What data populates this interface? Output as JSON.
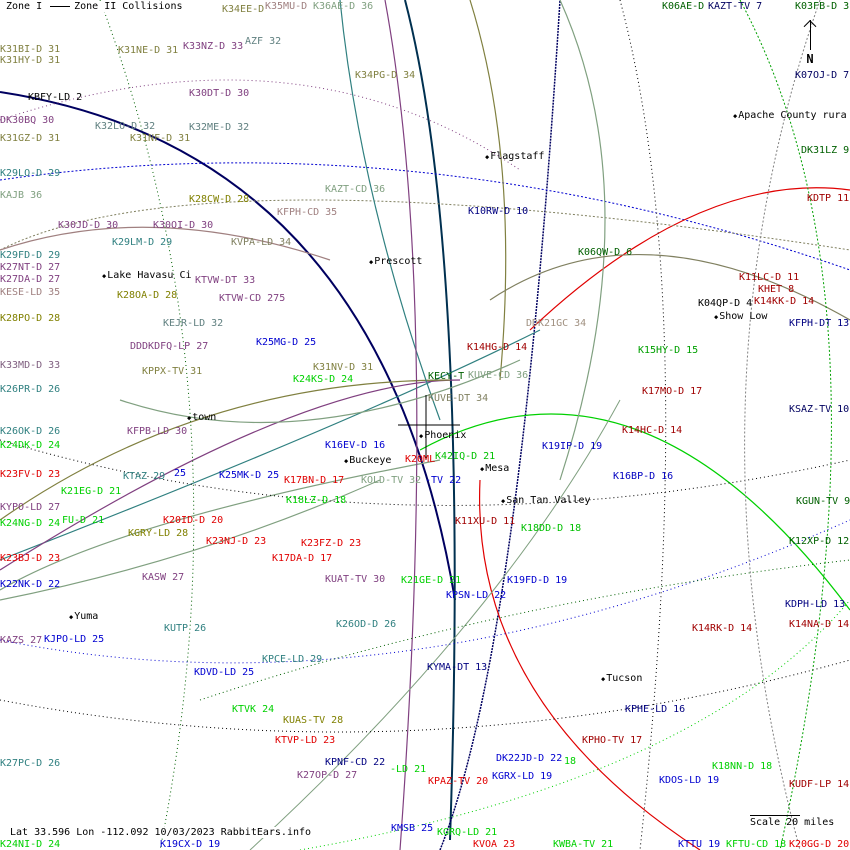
{
  "legend": {
    "zone1": "Zone I",
    "zone2": "Zone II Collisions"
  },
  "compass": {
    "north": "N"
  },
  "footer": {
    "status": "Lat 33.596 Lon -112.092 10/03/2023 RabbitEars.info"
  },
  "scale": {
    "label": "Scale 20 miles"
  },
  "colors": {
    "olive": "#808040",
    "rosy": "#a08080",
    "sage": "#80a080",
    "purple": "#804080",
    "teal": "#308080",
    "slate": "#608080",
    "navy": "#000080",
    "darkgreen": "#006000",
    "darkred": "#a00000",
    "red": "#e00000",
    "green": "#00a000",
    "lime": "#00d000",
    "blue": "#0000d0",
    "gold": "#808000",
    "black": "#000000"
  },
  "cities": [
    "Lake Havasu Ci",
    "Prescott",
    "Flagstaff",
    "Apache County rura",
    "Show Low",
    "Phoenix",
    "Buckeye",
    "Mesa",
    "San Tan Valley",
    "Yuma",
    "Tucson",
    "town"
  ],
  "stations": [
    {
      "text": "K34EE-D",
      "color": "#808040"
    },
    {
      "text": "K35MU-D",
      "color": "#a08080"
    },
    {
      "text": "K36AE-D 36",
      "color": "#80a080"
    },
    {
      "text": "K31BI-D 31",
      "color": "#808040"
    },
    {
      "text": "K31HY-D 31",
      "color": "#808040"
    },
    {
      "text": "K31NE-D 31",
      "color": "#808040"
    },
    {
      "text": "K33NZ-D 33",
      "color": "#804080"
    },
    {
      "text": "AZF 32",
      "color": "#608080"
    },
    {
      "text": "K34PG-D 34",
      "color": "#808040"
    },
    {
      "text": "KBFY-LD 2",
      "color": "#000000"
    },
    {
      "text": "K30DT-D 30",
      "color": "#804080"
    },
    {
      "text": "DK30BQ 30",
      "color": "#804080"
    },
    {
      "text": "K32LO-D 32",
      "color": "#608080"
    },
    {
      "text": "K32ME-D 32",
      "color": "#608080"
    },
    {
      "text": "K31GZ-D 31",
      "color": "#808040"
    },
    {
      "text": "K31NF-D 31",
      "color": "#808040"
    },
    {
      "text": "K29LO-D 29",
      "color": "#308080"
    },
    {
      "text": "KAJB 36",
      "color": "#80a080"
    },
    {
      "text": "K28CW-D 28",
      "color": "#808000"
    },
    {
      "text": "KAZT-CD 36",
      "color": "#80a080"
    },
    {
      "text": "KFPH-CD 35",
      "color": "#a08080"
    },
    {
      "text": "K30JD-D 30",
      "color": "#804080"
    },
    {
      "text": "K30OI-D 30",
      "color": "#804080"
    },
    {
      "text": "K29LM-D 29",
      "color": "#308080"
    },
    {
      "text": "KVPA-LD 34",
      "color": "#808060"
    },
    {
      "text": "K29FD-D 29",
      "color": "#308080"
    },
    {
      "text": "K27NT-D 27",
      "color": "#804080"
    },
    {
      "text": "K06AE-D",
      "color": "#006000"
    },
    {
      "text": "KAZT-TV 7",
      "color": "#000060"
    },
    {
      "text": "K03FB-D 3",
      "color": "#006000"
    },
    {
      "text": "K07OJ-D 7",
      "color": "#000060"
    },
    {
      "text": "DK31LZ 9",
      "color": "#006000"
    },
    {
      "text": "KDTP 11",
      "color": "#a00000"
    },
    {
      "text": "K10RW-D 10",
      "color": "#000080"
    },
    {
      "text": "K06QW-D 6",
      "color": "#006000"
    },
    {
      "text": "K11LC-D 11",
      "color": "#a00000"
    },
    {
      "text": "KHET 8",
      "color": "#a00000"
    },
    {
      "text": "K14KK-D 14",
      "color": "#a00000"
    },
    {
      "text": "K04QP-D 4",
      "color": "#000000"
    },
    {
      "text": "KFPH-DT 13",
      "color": "#000080"
    },
    {
      "text": "DDK21GC 34",
      "color": "#a09080"
    },
    {
      "text": "K14HG-D 14",
      "color": "#a00000"
    },
    {
      "text": "K15HY-D 15",
      "color": "#00a000"
    },
    {
      "text": "KECY-T",
      "color": "#006000"
    },
    {
      "text": "KUVE-CD 36",
      "color": "#80a080"
    },
    {
      "text": "KUVE-DT 34",
      "color": "#808060"
    },
    {
      "text": "KSAZ-TV 10",
      "color": "#000060"
    },
    {
      "text": "K17MO-D 17",
      "color": "#a00000"
    },
    {
      "text": "K14HC-D 14",
      "color": "#a00000"
    },
    {
      "text": "K19IP-D 19",
      "color": "#0000c0"
    },
    {
      "text": "K42IQ-D 21",
      "color": "#00c000"
    },
    {
      "text": "K16BP-D 16",
      "color": "#0000c0"
    },
    {
      "text": "KGUN-TV 9",
      "color": "#006000"
    },
    {
      "text": "K11XU-D 11",
      "color": "#a00000"
    },
    {
      "text": "K18DD-D 18",
      "color": "#00c000"
    },
    {
      "text": "K12XP-D 12",
      "color": "#006000"
    },
    {
      "text": "K27DA-D 27",
      "color": "#804080"
    },
    {
      "text": "KESE-LD 35",
      "color": "#a08080"
    },
    {
      "text": "K28OA-D 28",
      "color": "#808000"
    },
    {
      "text": "KTVW-DT 33",
      "color": "#804080"
    },
    {
      "text": "KTVW-CD 275",
      "color": "#804080"
    },
    {
      "text": "K28PO-D 28",
      "color": "#808000"
    },
    {
      "text": "KEJR-LD 32",
      "color": "#608080"
    },
    {
      "text": "DDDKDFQ-LP 27",
      "color": "#804080"
    },
    {
      "text": "K25MG-D 25",
      "color": "#0000d0"
    },
    {
      "text": "K33MD-D 33",
      "color": "#806080"
    },
    {
      "text": "KPPX-TV 31",
      "color": "#808040"
    },
    {
      "text": "K31NV-D 31",
      "color": "#808040"
    },
    {
      "text": "K24KS-D 24",
      "color": "#00d000"
    },
    {
      "text": "K26PR-D 26",
      "color": "#308080"
    },
    {
      "text": "KFPB-LD 30",
      "color": "#804080"
    },
    {
      "text": "K26OK-D 26",
      "color": "#308080"
    },
    {
      "text": "K24DK-D 24",
      "color": "#00d000"
    },
    {
      "text": "K16EV-D 16",
      "color": "#0000d0"
    },
    {
      "text": "K23FV-D 23",
      "color": "#e00000"
    },
    {
      "text": "KTAZ 29",
      "color": "#308080"
    },
    {
      "text": "25",
      "color": "#0000d0"
    },
    {
      "text": "K25MK-D 25",
      "color": "#0000d0"
    },
    {
      "text": "K17BN-D 17",
      "color": "#e00000"
    },
    {
      "text": "K20ML",
      "color": "#e00000"
    },
    {
      "text": "KOLD-TV 32",
      "color": "#80a080"
    },
    {
      "text": "-TV 22",
      "color": "#0000d0"
    },
    {
      "text": "K21EG-D 21",
      "color": "#00d000"
    },
    {
      "text": "K18LZ-D 18",
      "color": "#00d000"
    },
    {
      "text": "KYPO-LD 27",
      "color": "#804080"
    },
    {
      "text": "K24NG-D 24",
      "color": "#00d000"
    },
    {
      "text": "FU-D 21",
      "color": "#00d000"
    },
    {
      "text": "K20ID-D 20",
      "color": "#e00000"
    },
    {
      "text": "KGRY-LD 28",
      "color": "#808000"
    },
    {
      "text": "K23NJ-D 23",
      "color": "#e00000"
    },
    {
      "text": "K23FZ-D 23",
      "color": "#e00000"
    },
    {
      "text": "K23BJ-D 23",
      "color": "#e00000"
    },
    {
      "text": "K17DA-D 17",
      "color": "#e00000"
    },
    {
      "text": "K22NK-D 22",
      "color": "#0000d0"
    },
    {
      "text": "KASW 27",
      "color": "#804080"
    },
    {
      "text": "KUAT-TV 30",
      "color": "#804080"
    },
    {
      "text": "K21GE-D 21",
      "color": "#00d000"
    },
    {
      "text": "K19FD-D 19",
      "color": "#0000d0"
    },
    {
      "text": "KPSN-LD 22",
      "color": "#0000d0"
    },
    {
      "text": "KDPH-LD 13",
      "color": "#000080"
    },
    {
      "text": "KUTP 26",
      "color": "#308080"
    },
    {
      "text": "K26OD-D 26",
      "color": "#308080"
    },
    {
      "text": "KAZS 27",
      "color": "#804080"
    },
    {
      "text": "KJPO-LD 25",
      "color": "#0000d0"
    },
    {
      "text": "K14RK-D 14",
      "color": "#a00000"
    },
    {
      "text": "K14NA-D 14",
      "color": "#a00000"
    },
    {
      "text": "KPCE-LD 29",
      "color": "#308080"
    },
    {
      "text": "KDVD-LD 25",
      "color": "#0000d0"
    },
    {
      "text": "KYMA-DT 13",
      "color": "#000080"
    },
    {
      "text": "KTVK 24",
      "color": "#00d000"
    },
    {
      "text": "KPHE-LD 16",
      "color": "#000080"
    },
    {
      "text": "KUAS-TV 28",
      "color": "#808000"
    },
    {
      "text": "KTVP-LD 23",
      "color": "#e00000"
    },
    {
      "text": "KPHO-TV 17",
      "color": "#a00000"
    },
    {
      "text": "K27PC-D 26",
      "color": "#308080"
    },
    {
      "text": "KPNF-CD 22",
      "color": "#000080"
    },
    {
      "text": "DK22JD-D 22",
      "color": "#0000d0"
    },
    {
      "text": "18",
      "color": "#00d000"
    },
    {
      "text": "K27OP-D 27",
      "color": "#804080"
    },
    {
      "text": "-LD 21",
      "color": "#00d000"
    },
    {
      "text": "K18NN-D 18",
      "color": "#00d000"
    },
    {
      "text": "KPAZ-TV 20",
      "color": "#e00000"
    },
    {
      "text": "KGRX-LD 19",
      "color": "#0000d0"
    },
    {
      "text": "KDOS-LD 19",
      "color": "#0000d0"
    },
    {
      "text": "KUDF-LP 14",
      "color": "#a00000"
    },
    {
      "text": "KMSB 25",
      "color": "#0000d0"
    },
    {
      "text": "KGRQ-LD 21",
      "color": "#00d000"
    },
    {
      "text": "K24NI-D 24",
      "color": "#00d000"
    },
    {
      "text": "K19CX-D 19",
      "color": "#0000d0"
    },
    {
      "text": "KVOA 23",
      "color": "#e00000"
    },
    {
      "text": "KWBA-TV 21",
      "color": "#00d000"
    },
    {
      "text": "KTTU 19",
      "color": "#0000d0"
    },
    {
      "text": "KFTU-CD 18",
      "color": "#00d000"
    },
    {
      "text": "K20GG-D 20",
      "color": "#e00000"
    }
  ]
}
